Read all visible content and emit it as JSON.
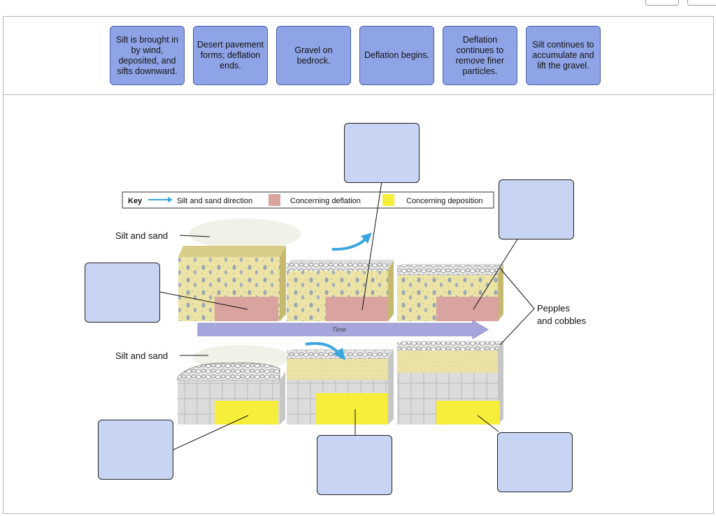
{
  "labels": [
    "Silt is brought in by wind, deposited, and sifts downward.",
    "Desert pavement forms; deflation ends.",
    "Gravel on bedrock.",
    "Deflation begins.",
    "Deflation continues to remove finer particles.",
    "Silt continues to accumulate and lift the gravel."
  ],
  "key": {
    "title": "Key",
    "arrow": "Silt and sand direction",
    "deflation": "Concerning deflation",
    "deposition": "Concerning deposition"
  },
  "figure": {
    "silt_top": "Silt and sand",
    "silt_bottom": "Silt and sand",
    "pebbles_1": "Pepples",
    "pebbles_2": "and cobbles",
    "time": "Time"
  },
  "colors": {
    "tile": "#8fa4e6",
    "drop": "#c8d4f4",
    "deflation": "#d9a3a0",
    "deposition": "#f6ee3a",
    "arrow": "#3aa6e0",
    "time_arrow": "#a7a6dc"
  }
}
